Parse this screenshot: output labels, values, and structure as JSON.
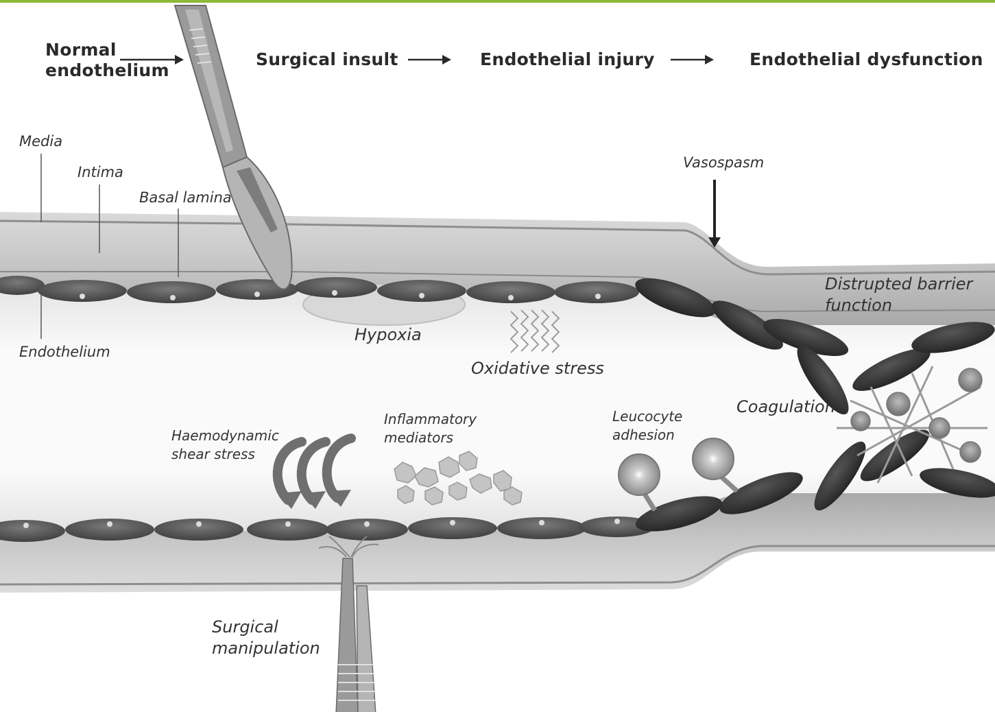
{
  "header": {
    "normal_line1": "Normal",
    "normal_line2": "endothelium",
    "step1": "Surgical insult",
    "step2": "Endothelial injury",
    "step3": "Endothelial dysfunction"
  },
  "labels": {
    "media": "Media",
    "intima": "Intima",
    "basal_lamina": "Basal lamina",
    "endothelium": "Endothelium",
    "vasospasm": "Vasospasm",
    "barrier_line1": "Distrupted barrier",
    "barrier_line2": "function",
    "hypoxia": "Hypoxia",
    "oxidative_stress": "Oxidative stress",
    "coagulation": "Coagulation",
    "leucocyte_line1": "Leucocyte",
    "leucocyte_line2": "adhesion",
    "inflammatory_line1": "Inflammatory",
    "inflammatory_line2": "mediators",
    "shear_line1": "Haemodynamic",
    "shear_line2": "shear stress",
    "manipulation_line1": "Surgical",
    "manipulation_line2": "manipulation"
  },
  "colors": {
    "accent_bar": "#8db83a",
    "vessel_wall": "#c9c9c9",
    "endothelial_cell": "#555555",
    "dysfunctional_cell": "#2f2f2f"
  }
}
